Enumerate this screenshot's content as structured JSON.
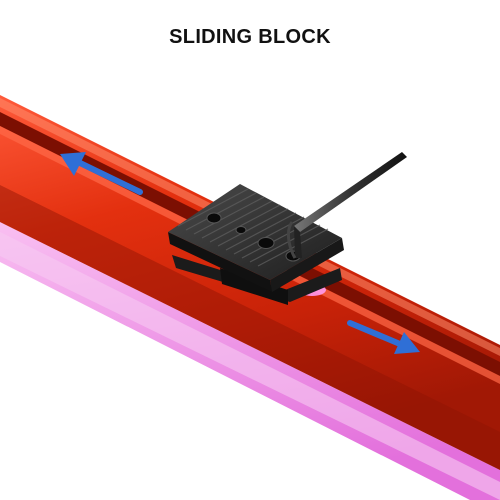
{
  "title": "SLIDING BLOCK",
  "colors": {
    "rail_red": "#d92a10",
    "rail_dark_red": "#9e1606",
    "glow_pink": "#ee66dd",
    "block_black": "#2a2a2a",
    "arrow_blue": "#2f6fd6"
  },
  "icons": {
    "left_arrow": "double-headed-arrow-left",
    "right_arrow": "double-headed-arrow-right",
    "tool": "hex-key-icon"
  }
}
